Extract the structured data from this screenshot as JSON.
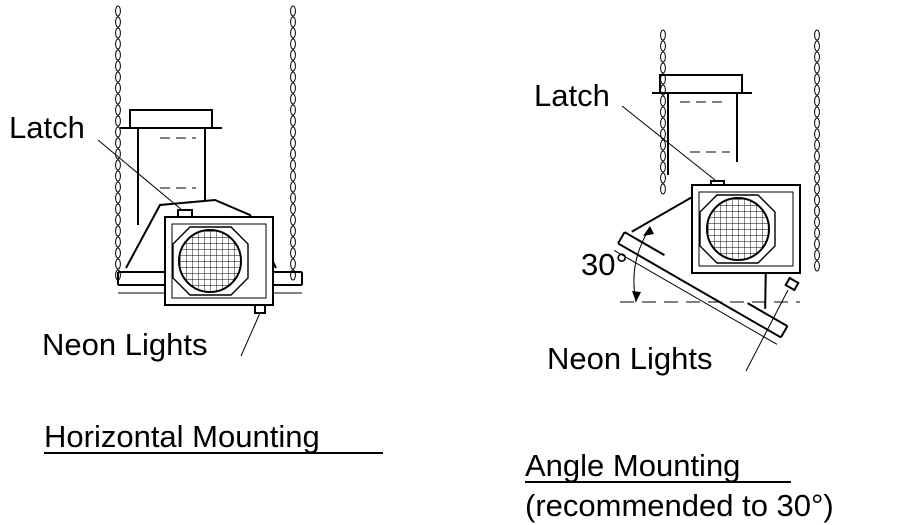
{
  "left_diagram": {
    "latch_label": "Latch",
    "neon_label": "Neon Lights",
    "caption": "Horizontal Mounting"
  },
  "right_diagram": {
    "latch_label": "Latch",
    "neon_label": "Neon Lights",
    "angle_label": "30°",
    "caption": "Angle Mounting",
    "caption_note": "(recommended to 30°)"
  }
}
